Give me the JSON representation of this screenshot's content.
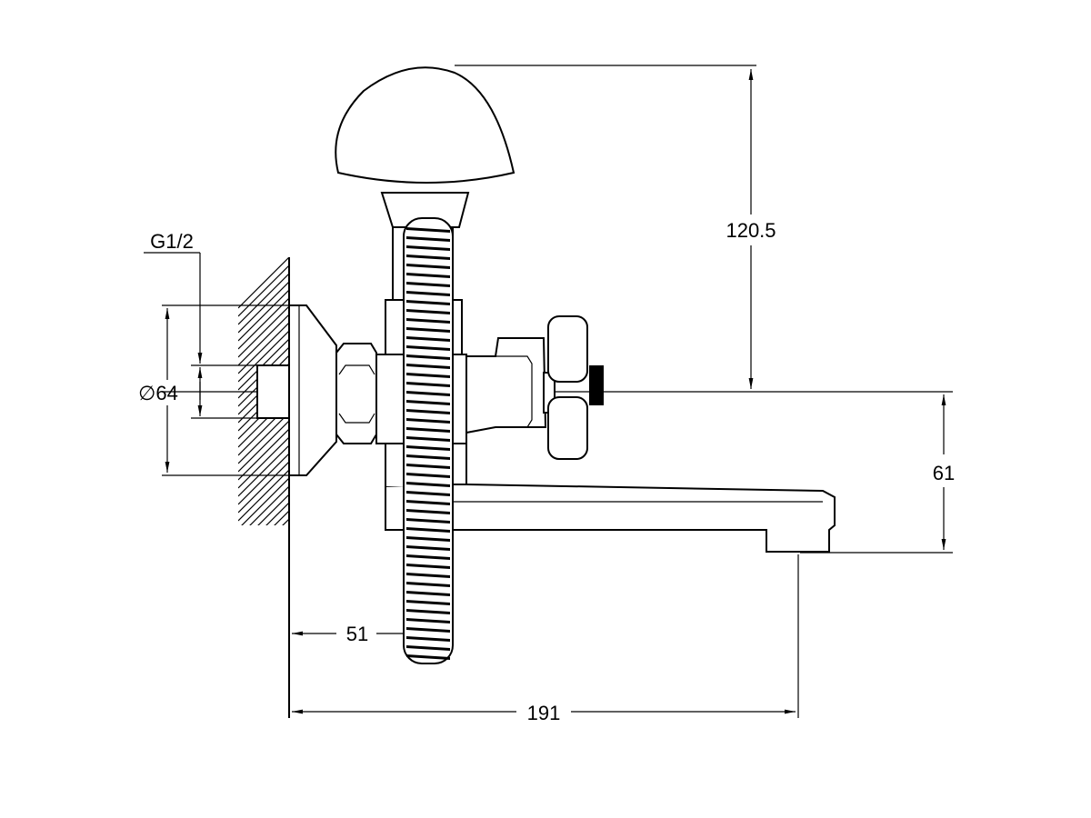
{
  "drawing": {
    "colors": {
      "line": "#000000",
      "background": "#ffffff"
    },
    "dimensions": {
      "thread": "G1/2",
      "flange_diameter": "∅64",
      "height_shower": "120.5",
      "spout_height": "61",
      "hose_offset": "51",
      "total_length": "191"
    }
  }
}
